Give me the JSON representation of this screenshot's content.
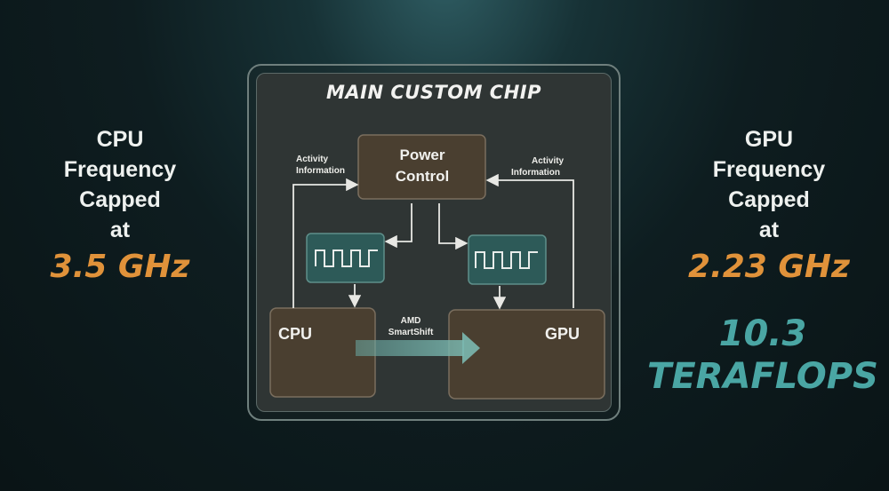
{
  "left_panel": {
    "lines": [
      "CPU",
      "Frequency",
      "Capped",
      "at"
    ],
    "frequency": "3.5 GHz"
  },
  "right_panel": {
    "lines": [
      "GPU",
      "Frequency",
      "Capped",
      "at"
    ],
    "frequency": "2.23 GHz",
    "teraflops": [
      "10.3",
      "TERAFLOPS"
    ]
  },
  "chip": {
    "title": "MAIN CUSTOM CHIP",
    "power_control": [
      "Power",
      "Control"
    ],
    "activity_left": [
      "Activity",
      "Information"
    ],
    "activity_right": [
      "Activity",
      "Information"
    ],
    "cpu_label": "CPU",
    "gpu_label": "GPU",
    "smartshift": [
      "AMD",
      "SmartShift"
    ]
  },
  "colors": {
    "frequency_orange": "#e0923a",
    "teraflops_teal": "#4aa6a4",
    "box_brown": "#4a3f30",
    "clock_teal": "#2d5a58",
    "arrow_white": "#e8e8e4"
  },
  "icons": {
    "clock_signal": "square-wave-icon"
  }
}
